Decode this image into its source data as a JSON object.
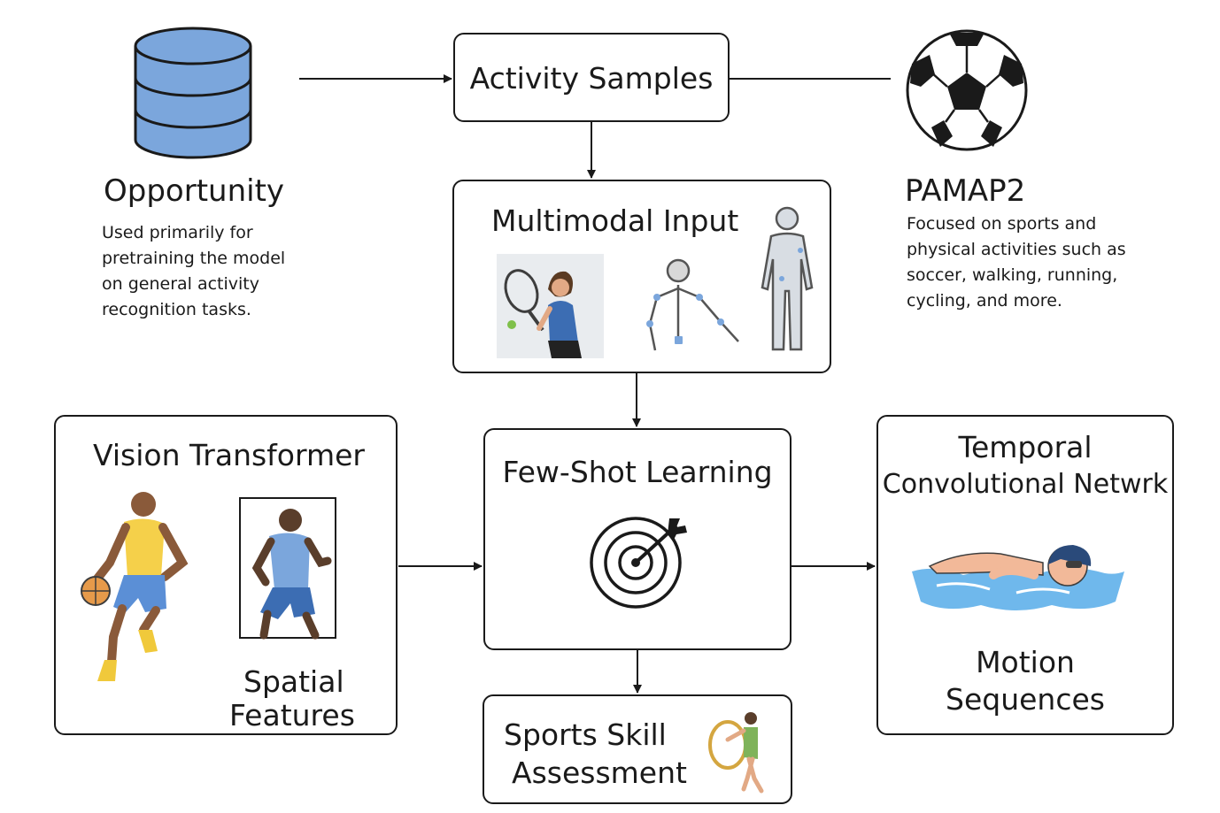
{
  "opportunity": {
    "title": "Opportunity",
    "desc_lines": [
      "Used primarily for",
      "pretraining the model",
      "on general activity",
      "recognition tasks."
    ],
    "icon": "database-icon"
  },
  "activity_samples": {
    "title": "Activity Samples"
  },
  "pamap2": {
    "title": "PAMAP2",
    "desc_lines": [
      "Focused on sports and",
      "physical activities such as",
      "soccer, walking, running,",
      "cycling, and more."
    ],
    "icon": "soccer-ball-icon"
  },
  "multimodal_input": {
    "title": "Multimodal Input",
    "icons": [
      "tennis-player-photo-icon",
      "skeleton-pose-icon",
      "body-sensor-icon"
    ]
  },
  "vision_transformer": {
    "title": "Vision Transformer",
    "features_line1": "Spatial",
    "features_line2": "Features",
    "icons": [
      "basketball-player-icon",
      "player-crop-icon"
    ]
  },
  "few_shot_learning": {
    "title": "Few-Shot Learning",
    "icon": "target-icon"
  },
  "temporal_cn": {
    "title_line1": "Temporal",
    "title_line2": "Convolutional Netwrk",
    "motion_line1": "Motion",
    "motion_line2": "Sequences",
    "icon": "swimmer-icon"
  },
  "sports_skill": {
    "title_line1": "Sports Skill",
    "title_line2": "Assessment",
    "icon": "hoop-athlete-icon"
  },
  "colors": {
    "database_fill": "#7ba6dc",
    "water": "#6fb8ec",
    "jersey_yellow": "#f5d04a",
    "jersey_blue": "#5b8fd6"
  }
}
